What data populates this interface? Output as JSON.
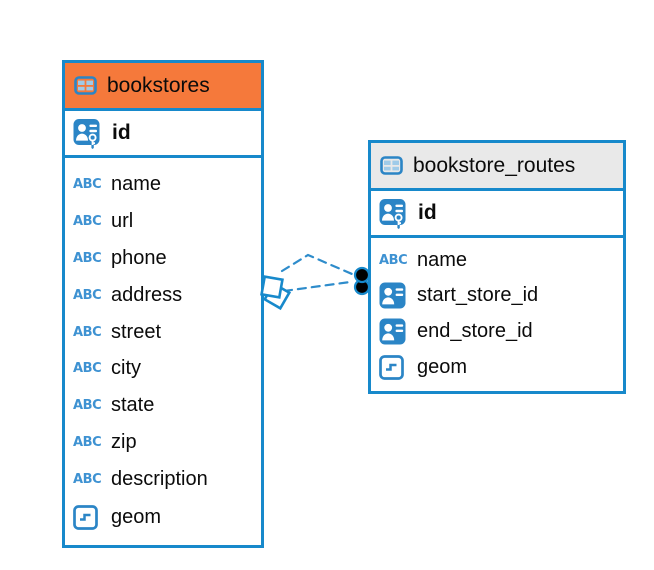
{
  "diagram": {
    "icons": {
      "text_type_label": "ABC"
    },
    "colors": {
      "table_border": "#1789CB",
      "bookstores_header_bg": "#F5793B",
      "routes_header_bg": "#E9E9E9",
      "icon_blue": "#2B85C6",
      "abc_icon_blue": "#3E92D2",
      "relation_line_blue": "#2E8CCB",
      "relation_dot_fill": "#000000",
      "text_color": "#0B0B0B"
    },
    "tables": [
      {
        "name": "bookstores",
        "header_icon": "table-icon",
        "primary_key": {
          "name": "id",
          "icon": "primary-key-icon"
        },
        "columns": [
          {
            "name": "name",
            "icon": "text-type-icon"
          },
          {
            "name": "url",
            "icon": "text-type-icon"
          },
          {
            "name": "phone",
            "icon": "text-type-icon"
          },
          {
            "name": "address",
            "icon": "text-type-icon"
          },
          {
            "name": "street",
            "icon": "text-type-icon"
          },
          {
            "name": "city",
            "icon": "text-type-icon"
          },
          {
            "name": "state",
            "icon": "text-type-icon"
          },
          {
            "name": "zip",
            "icon": "text-type-icon"
          },
          {
            "name": "description",
            "icon": "text-type-icon"
          },
          {
            "name": "geom",
            "icon": "geometry-type-icon"
          }
        ]
      },
      {
        "name": "bookstore_routes",
        "header_icon": "table-icon",
        "primary_key": {
          "name": "id",
          "icon": "primary-key-icon"
        },
        "columns": [
          {
            "name": "name",
            "icon": "text-type-icon"
          },
          {
            "name": "start_store_id",
            "icon": "foreign-key-icon"
          },
          {
            "name": "end_store_id",
            "icon": "foreign-key-icon"
          },
          {
            "name": "geom",
            "icon": "geometry-type-icon"
          }
        ]
      }
    ],
    "relations": [
      {
        "from_table": "bookstores",
        "to_table": "bookstore_routes",
        "style": "dashed",
        "from_marker": "many-diamond",
        "to_marker": "dot"
      },
      {
        "from_table": "bookstores",
        "to_table": "bookstore_routes",
        "style": "dashed",
        "from_marker": "many-diamond",
        "to_marker": "dot"
      }
    ]
  }
}
